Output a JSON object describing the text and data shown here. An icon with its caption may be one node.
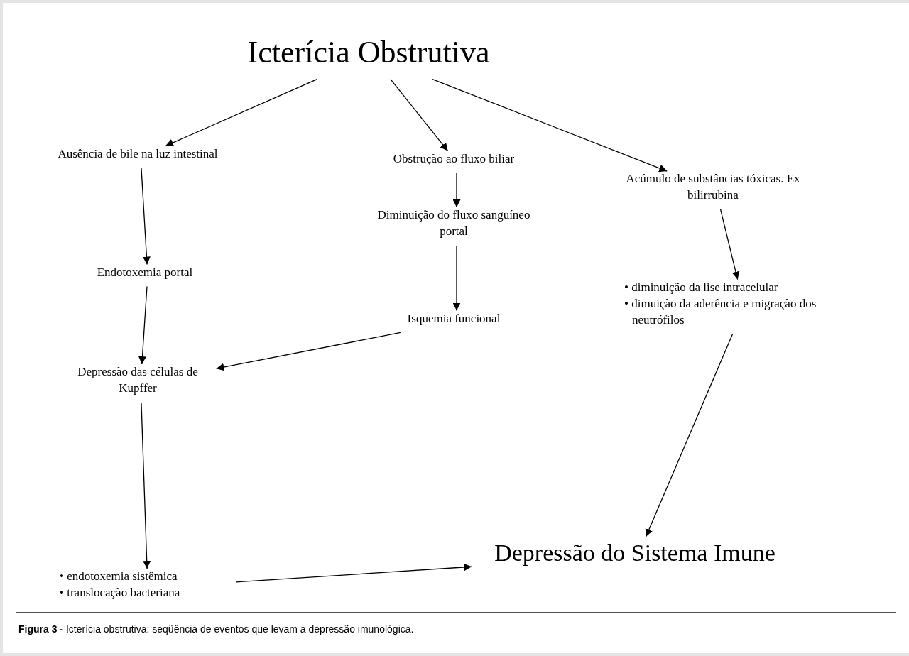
{
  "diagram": {
    "caption": "**Figura 3 -** Icterícia obstrutiva: seqüência de eventos que levam a depressão imunológica.",
    "nodes": [
      {
        "text": [
          "Icterícia Obstrutiva"
        ]
      },
      {
        "text": [
          "Ausência de bile na luz intestinal"
        ]
      },
      {
        "text": [
          "Obstrução ao fluxo biliar"
        ]
      },
      {
        "text": [
          "Acúmulo de substâncias tóxicas. Ex bilirrubina"
        ]
      },
      {
        "text": [
          "Endotoxemia portal"
        ]
      },
      {
        "text": [
          "Diminuição do fluxo sanguíneo portal"
        ]
      },
      {
        "text": [
          "• diminuição da lise intracelular",
          "• dimuição da aderência e migração dos neutrófilos"
        ]
      },
      {
        "text": [
          "Isquemia funcional"
        ]
      },
      {
        "text": [
          "Depressão das células de Kupffer"
        ]
      },
      {
        "text": [
          "• endotoxemia sistêmica",
          "• translocação bacteriana"
        ]
      },
      {
        "text": [
          "Depressão do Sistema Imune"
        ]
      }
    ],
    "edges": [
      {
        "from": 0,
        "to": 1,
        "arrow": "to"
      },
      {
        "from": 0,
        "to": 2,
        "arrow": "to"
      },
      {
        "from": 0,
        "to": 3,
        "arrow": "to"
      },
      {
        "from": 1,
        "to": 4,
        "arrow": "to"
      },
      {
        "from": 2,
        "to": 5,
        "arrow": "to"
      },
      {
        "from": 3,
        "to": 6,
        "arrow": "to"
      },
      {
        "from": 4,
        "to": 8,
        "arrow": "to"
      },
      {
        "from": 5,
        "to": 7,
        "arrow": "to"
      },
      {
        "from": 7,
        "to": 8,
        "arrow": "to"
      },
      {
        "from": 8,
        "to": 9,
        "arrow": "to"
      },
      {
        "from": 6,
        "to": 10,
        "arrow": "to"
      },
      {
        "from": 9,
        "to": 10,
        "arrow": "to"
      }
    ]
  }
}
